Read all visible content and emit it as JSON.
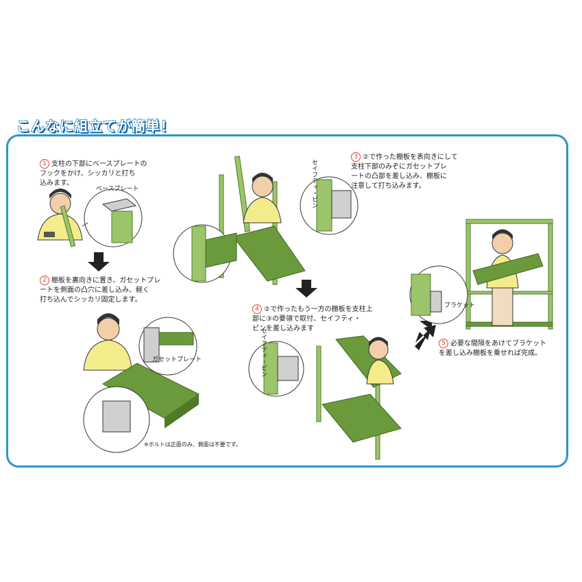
{
  "title": "こんなに組立てが簡単！",
  "steps": [
    {
      "num": "1",
      "text": "支柱の下部にベースプレートの\nフックをかけ、シッカリと打ち\n込みます。"
    },
    {
      "num": "2",
      "text": "棚板を裏向きに置き、ガセットプレ\nートを側面の凸穴に差し込み、軽く\n打ち込んでシッカリ固定します。"
    },
    {
      "num": "3",
      "text": "②で作った棚板を表向きにして\n支柱下部のみぞにガセットプレ\nートの凸部を差し込み、棚板に\n注意して打ち込みます。"
    },
    {
      "num": "4",
      "text": "②で作ったもう一方の棚板を支柱上\n部に③の要領で取付、セイフティ・\nピンを差し込みます"
    },
    {
      "num": "5",
      "text": "必要な間隔をあけてブラケット\nを差し込み棚板を乗せれば完成。"
    }
  ],
  "labels": {
    "base_plate": "ベースプレート",
    "gusset_plate": "ガセットプレート",
    "safety_pin_a": "セイフティ・ピン",
    "safety_pin_b": "セイフティ・ピン",
    "bracket": "ブラケット"
  },
  "note": "※ボルトは正面のみ、側面は不要です。",
  "colors": {
    "accent": "#2a96c6",
    "green": "#6a9a3c",
    "green_light": "#9cc46a",
    "skin": "#f2cfa8",
    "shirt": "#f3ec8a",
    "step_num": "#e2452a"
  }
}
